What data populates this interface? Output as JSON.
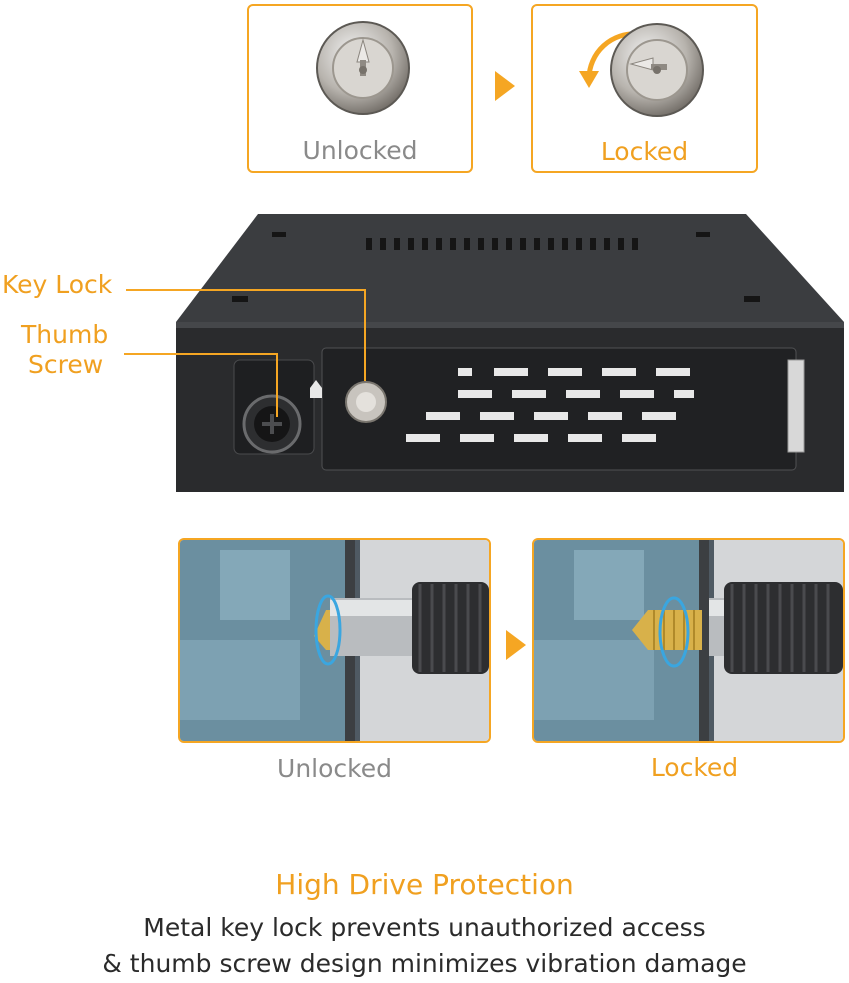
{
  "top_states": {
    "unlocked_label": "Unlocked",
    "locked_label": "Locked"
  },
  "callouts": {
    "key_lock": "Key Lock",
    "thumb_screw_line1": "Thumb",
    "thumb_screw_line2": "Screw"
  },
  "bottom_states": {
    "unlocked_label": "Unlocked",
    "locked_label": "Locked"
  },
  "feature": {
    "heading": "High Drive Protection",
    "line1": "Metal key lock prevents unauthorized access",
    "line2": "& thumb screw design minimizes vibration damage"
  },
  "colors": {
    "accent": "#f5a623",
    "unlocked_text": "#8a8a8a",
    "body_text": "#2b2b2b"
  }
}
